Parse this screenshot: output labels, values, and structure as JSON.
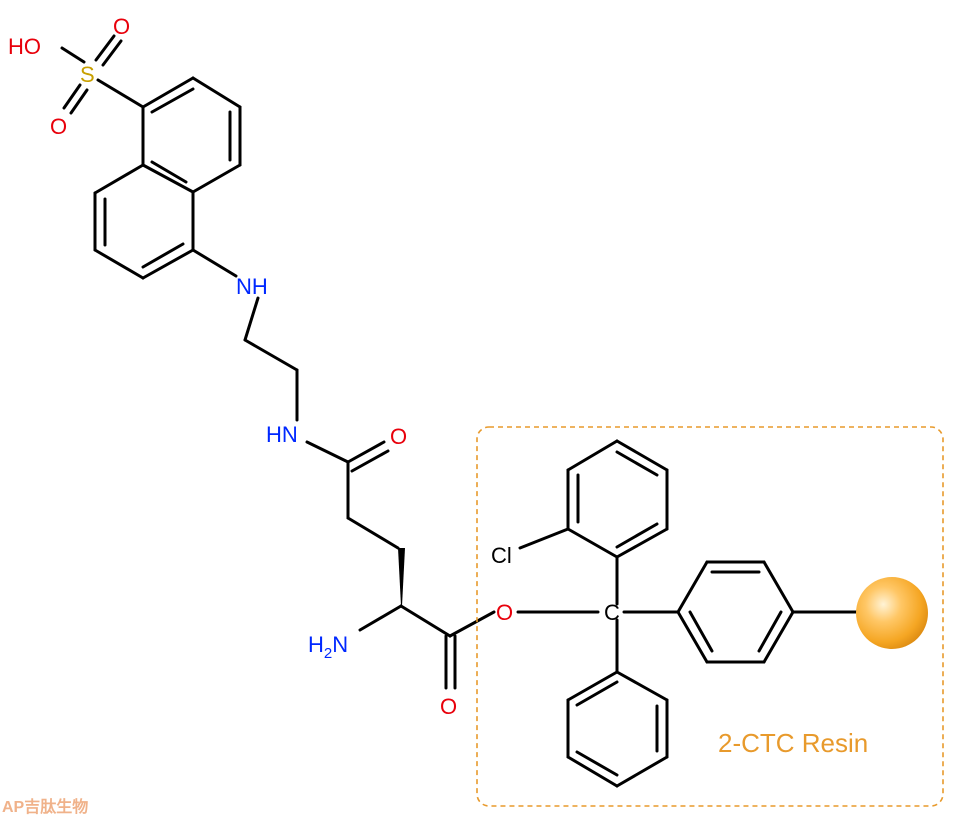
{
  "molecule": {
    "atoms": {
      "HO": "HO",
      "S": "S",
      "O_top": "O",
      "O_bottom": "O",
      "NH_top": "NH",
      "HN_mid": "HN",
      "O_amide": "O",
      "H2N_H": "H",
      "H2N_2": "2",
      "H2N_N": "N",
      "O_ester": "O",
      "O_carbonyl": "O",
      "Cl": "Cl",
      "C": "C"
    },
    "colors": {
      "oxygen": "#e8000b",
      "nitrogen": "#0028ff",
      "sulfur": "#c8a000",
      "carbon": "#000000",
      "resin": "#e89a2c"
    }
  },
  "resin": {
    "label": "2-CTC Resin",
    "bead_color": "#f5a623"
  },
  "watermark": {
    "text": "AP吉肽生物",
    "color": "#f0b28a"
  }
}
